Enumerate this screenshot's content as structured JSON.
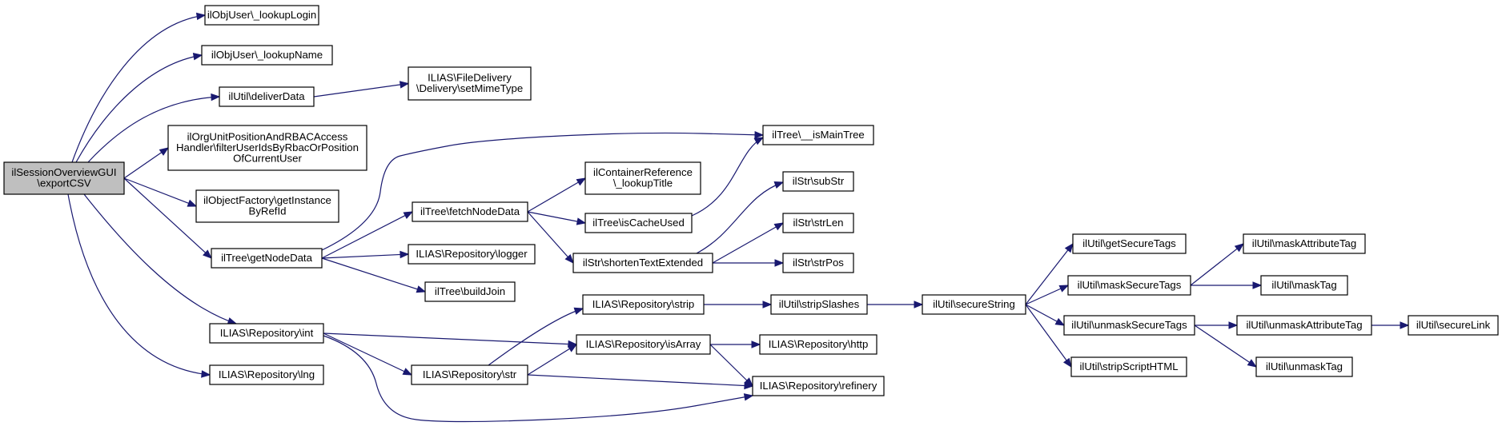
{
  "graph": {
    "colors": {
      "edge": "#191970",
      "root_fill": "#bfbfbf",
      "node_fill": "#ffffff",
      "border": "#000000"
    },
    "nodes": {
      "root": [
        "ilSessionOverviewGUI",
        "\\exportCSV"
      ],
      "lookupLogin": [
        "ilObjUser\\_lookupLogin"
      ],
      "lookupName": [
        "ilObjUser\\_lookupName"
      ],
      "deliverData": [
        "ilUtil\\deliverData"
      ],
      "setMimeType": [
        "ILIAS\\FileDelivery",
        "\\Delivery\\setMimeType"
      ],
      "filterUserIds": [
        "ilOrgUnitPositionAndRBACAccess",
        "Handler\\filterUserIdsByRbacOrPosition",
        "OfCurrentUser"
      ],
      "getInstanceByRefId": [
        "ilObjectFactory\\getInstance",
        "ByRefId"
      ],
      "getNodeData": [
        "ilTree\\getNodeData"
      ],
      "fetchNodeData": [
        "ilTree\\fetchNodeData"
      ],
      "isMainTree": [
        "ilTree\\__isMainTree"
      ],
      "lookupTitle": [
        "ilContainerReference",
        "\\_lookupTitle"
      ],
      "isCacheUsed": [
        "ilTree\\isCacheUsed"
      ],
      "logger": [
        "ILIAS\\Repository\\logger"
      ],
      "buildJoin": [
        "ilTree\\buildJoin"
      ],
      "shortenTextExtended": [
        "ilStr\\shortenTextExtended"
      ],
      "subStr": [
        "ilStr\\subStr"
      ],
      "strLen": [
        "ilStr\\strLen"
      ],
      "strPos": [
        "ilStr\\strPos"
      ],
      "int": [
        "ILIAS\\Repository\\int"
      ],
      "lng": [
        "ILIAS\\Repository\\lng"
      ],
      "strip": [
        "ILIAS\\Repository\\strip"
      ],
      "isArray": [
        "ILIAS\\Repository\\isArray"
      ],
      "str": [
        "ILIAS\\Repository\\str"
      ],
      "http": [
        "ILIAS\\Repository\\http"
      ],
      "refinery": [
        "ILIAS\\Repository\\refinery"
      ],
      "stripSlashes": [
        "ilUtil\\stripSlashes"
      ],
      "secureString": [
        "ilUtil\\secureString"
      ],
      "getSecureTags": [
        "ilUtil\\getSecureTags"
      ],
      "maskSecureTags": [
        "ilUtil\\maskSecureTags"
      ],
      "unmaskSecureTags": [
        "ilUtil\\unmaskSecureTags"
      ],
      "stripScriptHTML": [
        "ilUtil\\stripScriptHTML"
      ],
      "maskAttributeTag": [
        "ilUtil\\maskAttributeTag"
      ],
      "maskTag": [
        "ilUtil\\maskTag"
      ],
      "unmaskAttributeTag": [
        "ilUtil\\unmaskAttributeTag"
      ],
      "unmaskTag": [
        "ilUtil\\unmaskTag"
      ],
      "secureLink": [
        "ilUtil\\secureLink"
      ]
    },
    "edges": [
      [
        "root",
        "lookupLogin"
      ],
      [
        "root",
        "lookupName"
      ],
      [
        "root",
        "deliverData"
      ],
      [
        "root",
        "filterUserIds"
      ],
      [
        "root",
        "getInstanceByRefId"
      ],
      [
        "root",
        "getNodeData"
      ],
      [
        "root",
        "int"
      ],
      [
        "root",
        "lng"
      ],
      [
        "deliverData",
        "setMimeType"
      ],
      [
        "getNodeData",
        "isMainTree"
      ],
      [
        "getNodeData",
        "fetchNodeData"
      ],
      [
        "getNodeData",
        "logger"
      ],
      [
        "getNodeData",
        "buildJoin"
      ],
      [
        "fetchNodeData",
        "lookupTitle"
      ],
      [
        "fetchNodeData",
        "isCacheUsed"
      ],
      [
        "fetchNodeData",
        "shortenTextExtended"
      ],
      [
        "isCacheUsed",
        "isMainTree"
      ],
      [
        "shortenTextExtended",
        "subStr"
      ],
      [
        "shortenTextExtended",
        "strLen"
      ],
      [
        "shortenTextExtended",
        "strPos"
      ],
      [
        "int",
        "isArray"
      ],
      [
        "int",
        "str"
      ],
      [
        "int",
        "refinery"
      ],
      [
        "str",
        "strip"
      ],
      [
        "str",
        "isArray"
      ],
      [
        "str",
        "refinery"
      ],
      [
        "strip",
        "stripSlashes"
      ],
      [
        "isArray",
        "http"
      ],
      [
        "isArray",
        "refinery"
      ],
      [
        "stripSlashes",
        "secureString"
      ],
      [
        "secureString",
        "getSecureTags"
      ],
      [
        "secureString",
        "maskSecureTags"
      ],
      [
        "secureString",
        "unmaskSecureTags"
      ],
      [
        "secureString",
        "stripScriptHTML"
      ],
      [
        "maskSecureTags",
        "maskAttributeTag"
      ],
      [
        "maskSecureTags",
        "maskTag"
      ],
      [
        "unmaskSecureTags",
        "unmaskAttributeTag"
      ],
      [
        "unmaskSecureTags",
        "unmaskTag"
      ],
      [
        "unmaskAttributeTag",
        "secureLink"
      ]
    ]
  }
}
